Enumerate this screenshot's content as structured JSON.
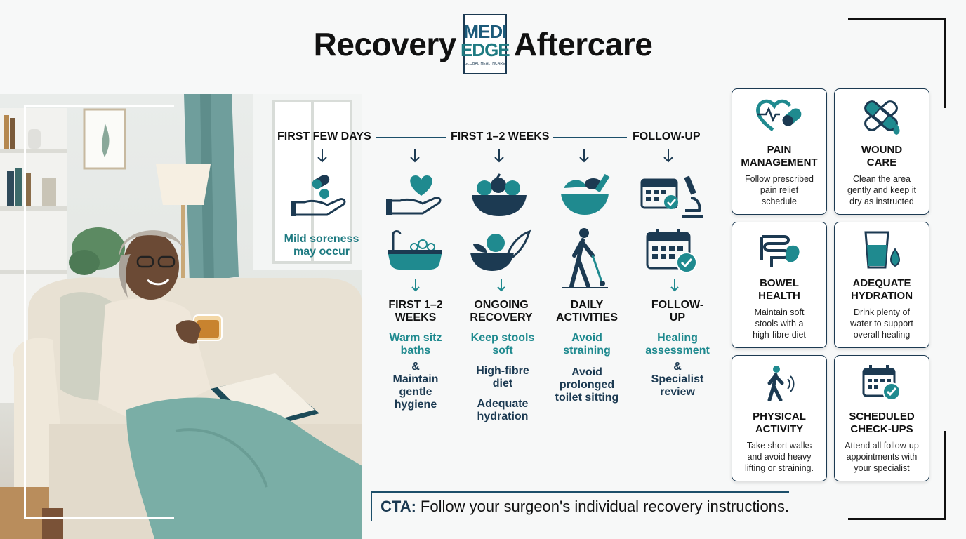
{
  "header": {
    "title_left": "Recovery",
    "title_right": "Aftercare",
    "logo_line1": "MEDI",
    "logo_line2": "EDGE",
    "logo_line3": "GLOBAL HEALTHCARE"
  },
  "timeline": {
    "headings": [
      "FIRST FEW DAYS",
      "FIRST 1–2 WEEKS",
      "FOLLOW-UP"
    ],
    "early_note": [
      "Mild soreness",
      "may occur"
    ],
    "columns": [
      {
        "title": [
          "FIRST 1–2",
          "WEEKS"
        ],
        "lines": [
          {
            "text": [
              "Warm sitz",
              "baths"
            ],
            "style": "teal"
          },
          {
            "text": [
              "&"
            ],
            "style": "dark"
          },
          {
            "text": [
              "Maintain",
              "gentle",
              "hygiene"
            ],
            "style": "dark"
          }
        ]
      },
      {
        "title": [
          "ONGOING",
          "RECOVERY"
        ],
        "lines": [
          {
            "text": [
              "Keep stools",
              "soft"
            ],
            "style": "teal"
          },
          {
            "text": [
              "High-fibre",
              "diet"
            ],
            "style": "dark"
          },
          {
            "text": [
              "Adequate",
              "hydration"
            ],
            "style": "dark"
          }
        ]
      },
      {
        "title": [
          "DAILY",
          "ACTIVITIES"
        ],
        "lines": [
          {
            "text": [
              "Avoid",
              "straining"
            ],
            "style": "teal"
          },
          {
            "text": [
              "Avoid",
              "prolonged",
              "toilet sitting"
            ],
            "style": "dark"
          }
        ]
      },
      {
        "title": [
          "FOLLOW-",
          "UP"
        ],
        "lines": [
          {
            "text": [
              "Healing",
              "assessment"
            ],
            "style": "teal"
          },
          {
            "text": [
              "&"
            ],
            "style": "dark"
          },
          {
            "text": [
              "Specialist",
              "review"
            ],
            "style": "dark"
          }
        ]
      }
    ]
  },
  "cards": [
    {
      "icon": "heart-pill-icon",
      "title": [
        "PAIN",
        "MANAGEMENT"
      ],
      "desc": [
        "Follow prescribed",
        "pain relief",
        "schedule"
      ]
    },
    {
      "icon": "bandage-icon",
      "title": [
        "WOUND",
        "CARE"
      ],
      "desc": [
        "Clean the area",
        "gently and keep it",
        "dry as instructed"
      ]
    },
    {
      "icon": "intestine-icon",
      "title": [
        "BOWEL",
        "HEALTH"
      ],
      "desc": [
        "Maintain soft",
        "stools with a",
        "high-fibre diet"
      ]
    },
    {
      "icon": "water-glass-icon",
      "title": [
        "ADEQUATE",
        "HYDRATION"
      ],
      "desc": [
        "Drink plenty of",
        "water to support",
        "overall healing"
      ]
    },
    {
      "icon": "walking-person-icon",
      "title": [
        "PHYSICAL",
        "ACTIVITY"
      ],
      "desc": [
        "Take short walks",
        "and avoid heavy",
        "lifting or straining."
      ]
    },
    {
      "icon": "calendar-check-icon",
      "title": [
        "SCHEDULED",
        "CHECK-UPS"
      ],
      "desc": [
        "Attend all follow-up",
        "appointments with",
        "your specialist"
      ]
    }
  ],
  "cta": {
    "label": "CTA:",
    "text": "Follow your surgeon's individual recovery instructions."
  },
  "colors": {
    "teal": "#1f7b82",
    "navy": "#1c3a52",
    "blanket": "#7aaea6"
  }
}
